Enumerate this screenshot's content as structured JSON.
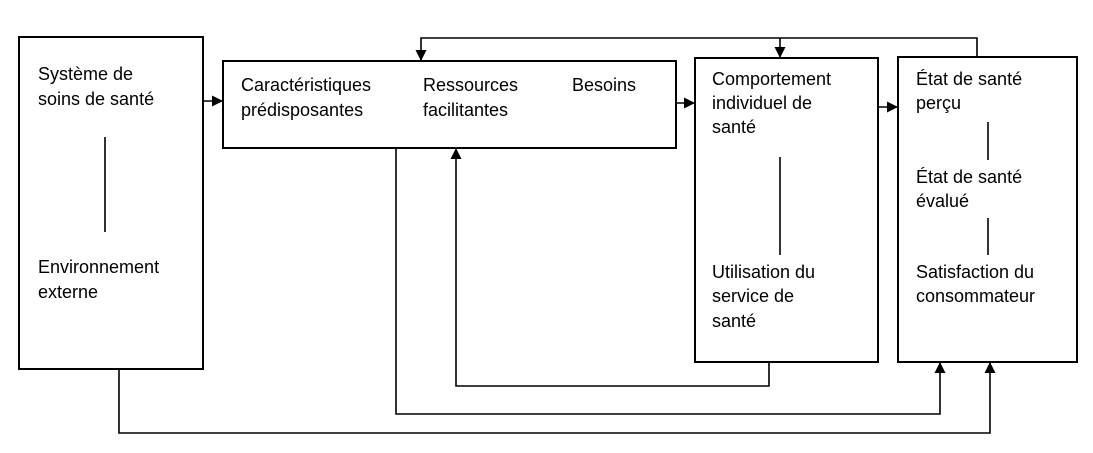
{
  "nodes": {
    "health_system": {
      "lines": [
        "Système de",
        "soins de santé"
      ]
    },
    "environment": {
      "lines": [
        "Environnement",
        "externe"
      ]
    },
    "predisposing": {
      "lines": [
        "Caractéristiques",
        "prédisposantes"
      ]
    },
    "enabling": {
      "lines": [
        "Ressources",
        "facilitantes"
      ]
    },
    "needs": {
      "lines": [
        "Besoins"
      ]
    },
    "behavior": {
      "lines": [
        "Comportement",
        "individuel de",
        "santé"
      ]
    },
    "service_use": {
      "lines": [
        "Utilisation du",
        "service de",
        "santé"
      ]
    },
    "perceived": {
      "lines": [
        "État de santé",
        "perçu"
      ]
    },
    "evaluated": {
      "lines": [
        "État de santé",
        "évalué"
      ]
    },
    "satisfaction": {
      "lines": [
        "Satisfaction du",
        "consommateur"
      ]
    }
  }
}
